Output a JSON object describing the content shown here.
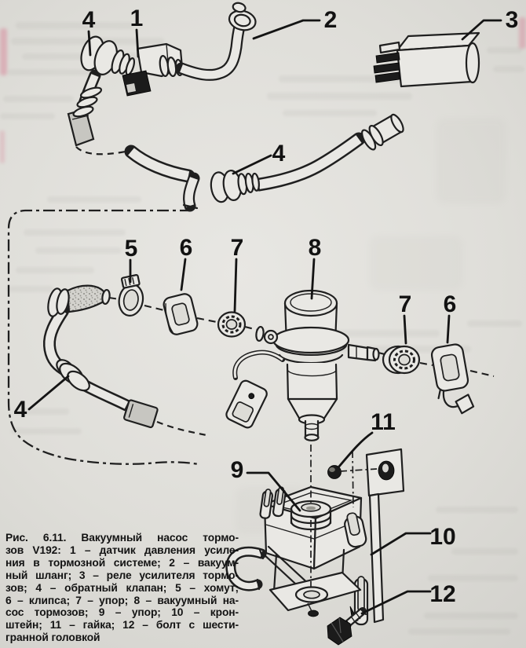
{
  "figure": {
    "number": "Рис. 6.11.",
    "title": "Вакуумный насос тормозов V192",
    "caption_lines": [
      "Рис. 6.11. Вакуумный насос тормо-",
      "зов V192: 1 – датчик давления усиле-",
      "ния в тормозной системе; 2 – вакуум-",
      "ный шланг; 3 – реле усилителя тормо-",
      "зов; 4 – обратный клапан; 5 – хомут;",
      "6 – клипса; 7 – упор; 8 – вакуумный на-",
      "сос тормозов; 9 – упор; 10 – крон-",
      "штейн; 11 – гайка; 12 – болт с шести-",
      "гранной головкой"
    ],
    "legend": [
      {
        "num": "1",
        "name": "датчик давления усиления в тормозной системе"
      },
      {
        "num": "2",
        "name": "вакуумный шланг"
      },
      {
        "num": "3",
        "name": "реле усилителя тормозов"
      },
      {
        "num": "4",
        "name": "обратный клапан"
      },
      {
        "num": "5",
        "name": "хомут"
      },
      {
        "num": "6",
        "name": "клипса"
      },
      {
        "num": "7",
        "name": "упор"
      },
      {
        "num": "8",
        "name": "вакуумный насос тормозов"
      },
      {
        "num": "9",
        "name": "упор"
      },
      {
        "num": "10",
        "name": "кронштейн"
      },
      {
        "num": "11",
        "name": "гайка"
      },
      {
        "num": "12",
        "name": "болт с шестигранной головкой"
      }
    ],
    "callouts": [
      {
        "label": "4",
        "part": "обратный клапан (верхний шланг)"
      },
      {
        "label": "1",
        "part": "датчик давления усиления"
      },
      {
        "label": "2",
        "part": "вакуумный шланг"
      },
      {
        "label": "3",
        "part": "реле усилителя тормозов"
      },
      {
        "label": "4",
        "part": "обратный клапан (средний шланг)"
      },
      {
        "label": "5",
        "part": "хомут"
      },
      {
        "label": "6",
        "part": "клипса (левая)"
      },
      {
        "label": "7",
        "part": "упор (левый)"
      },
      {
        "label": "8",
        "part": "вакуумный насос тормозов"
      },
      {
        "label": "7",
        "part": "упор (правый)"
      },
      {
        "label": "6",
        "part": "клипса (правая)"
      },
      {
        "label": "4",
        "part": "обратный клапан (нижний шланг)"
      },
      {
        "label": "11",
        "part": "гайка"
      },
      {
        "label": "9",
        "part": "упор"
      },
      {
        "label": "10",
        "part": "кронштейн"
      },
      {
        "label": "12",
        "part": "болт с шестигранной головкой"
      }
    ]
  },
  "colors": {
    "page_background": "#dfded9",
    "line_art": "#1f1f1f",
    "caption_text": "#131313",
    "highlight_smudge": "#d4607e"
  }
}
